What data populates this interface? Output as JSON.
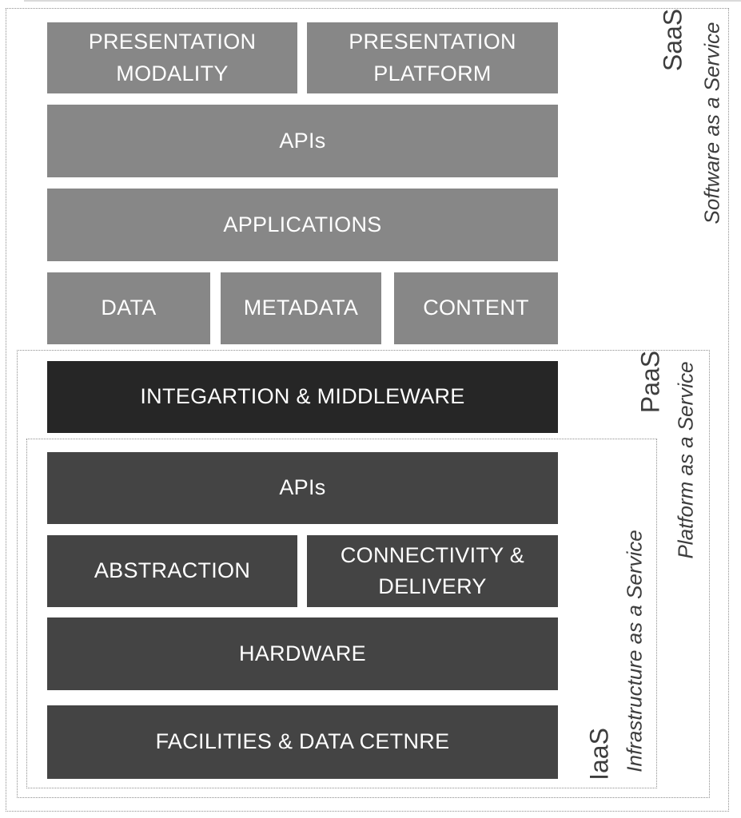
{
  "colors": {
    "saas_box": "#878787",
    "iaas_box": "#444444",
    "paas_box": "#262626",
    "box_text": "#ffffff",
    "label_text": "#3d3d3d",
    "border_color": "#8f8f8f",
    "background": "#ffffff"
  },
  "saas": {
    "acronym": "SaaS",
    "full_name": "Software as a Service",
    "boxes": {
      "presentation_modality": "PRESENTATION MODALITY",
      "presentation_platform": "PRESENTATION PLATFORM",
      "apis": "APIs",
      "applications": "APPLICATIONS",
      "data": "DATA",
      "metadata": "METADATA",
      "content": "CONTENT"
    }
  },
  "paas": {
    "acronym": "PaaS",
    "full_name": "Platform as a Service",
    "boxes": {
      "integration_middleware": "INTEGARTION & MIDDLEWARE"
    }
  },
  "iaas": {
    "acronym": "IaaS",
    "full_name": "Infrastructure as a Service",
    "boxes": {
      "apis": "APIs",
      "abstraction": "ABSTRACTION",
      "connectivity_delivery": "CONNECTIVITY & DELIVERY",
      "hardware": "HARDWARE",
      "facilities_data_centre": "FACILITIES & DATA CETNRE"
    }
  }
}
